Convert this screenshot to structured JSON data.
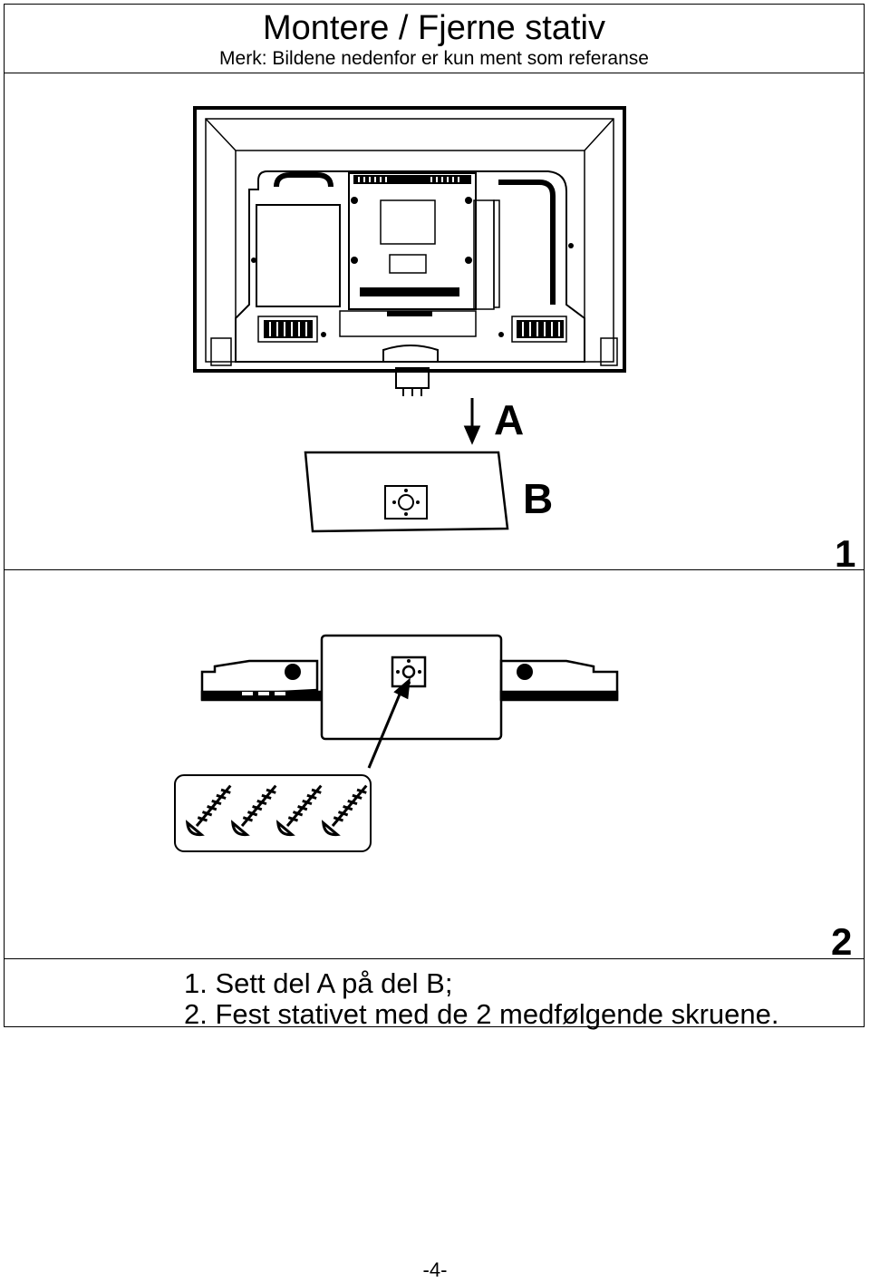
{
  "header": {
    "title": "Montere / Fjerne stativ",
    "subtitle": "Merk: Bildene nedenfor er kun ment som referanse"
  },
  "figure1": {
    "label_a": "A",
    "label_b": "B",
    "step_number": "1"
  },
  "figure2": {
    "step_number": "2"
  },
  "instructions": [
    "1. Sett del A på del B;",
    "2. Fest stativet med de 2 medfølgende skruene."
  ],
  "page_number": "-4-"
}
